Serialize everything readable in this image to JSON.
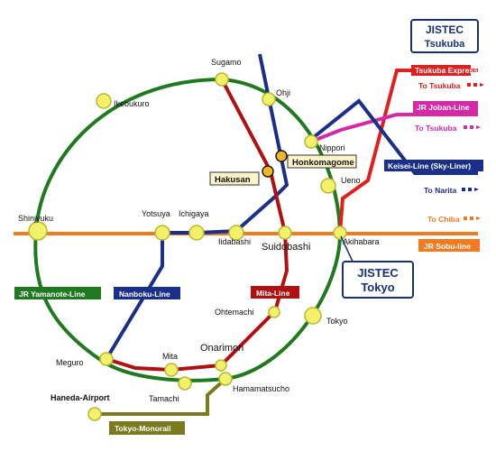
{
  "colors": {
    "yamanote": "#1f7a1f",
    "mita": "#b01010",
    "nanboku": "#1a2f8a",
    "sobu": "#f47a20",
    "keisei": "#1a2f8a",
    "joban": "#d42aa8",
    "tsukuba_express": "#e02020",
    "monorail": "#7a7a1e",
    "station_fill": "#f2f26a",
    "station_stroke": "#b8b830",
    "highlight_fill": "#f4b820",
    "jistec_border": "#1a2f7a"
  },
  "jistec": {
    "tsukuba_line1": "JISTEC",
    "tsukuba_line2": "Tsukuba",
    "tokyo_line1": "JISTEC",
    "tokyo_line2": "Tokyo"
  },
  "stations": {
    "sugamo": "Sugamo",
    "ohji": "Ohji",
    "ikebukuro": "Ikebukuro",
    "nippori": "Nippori",
    "honkomagome": "Honkomagome",
    "hakusan": "Hakusan",
    "ueno": "Ueno",
    "shinjyuku": "Shinjyuku",
    "yotsuya": "Yotsuya",
    "ichigaya": "Ichigaya",
    "iidabashi": "Iidabashi",
    "suidobashi": "Suidobashi",
    "akihabara": "Akihabara",
    "ohtemachi": "Ohtemachi",
    "tokyo": "Tokyo",
    "onarimon": "Onarimon",
    "mita": "Mita",
    "meguro": "Meguro",
    "tamachi": "Tamachi",
    "hamamatsucho": "Hamamatsucho",
    "haneda_airport": "Haneda-Airport"
  },
  "lines": {
    "tsukuba_express": "Tsukuba Express",
    "jr_joban": "JR Joban-Line",
    "keisei": "Keisei-Line (Sky-Liner)",
    "jr_sobu": "JR Sobu-line",
    "jr_yamanote": "JR Yamanote-Line",
    "nanboku": "Nanboku-Line",
    "mita": "Mita-Line",
    "tokyo_monorail": "Tokyo-Monorail"
  },
  "destinations": {
    "tsukuba_1": "To Tsukuba",
    "tsukuba_2": "To Tsukuba",
    "narita": "To Narita",
    "chiba": "To Chiba"
  }
}
